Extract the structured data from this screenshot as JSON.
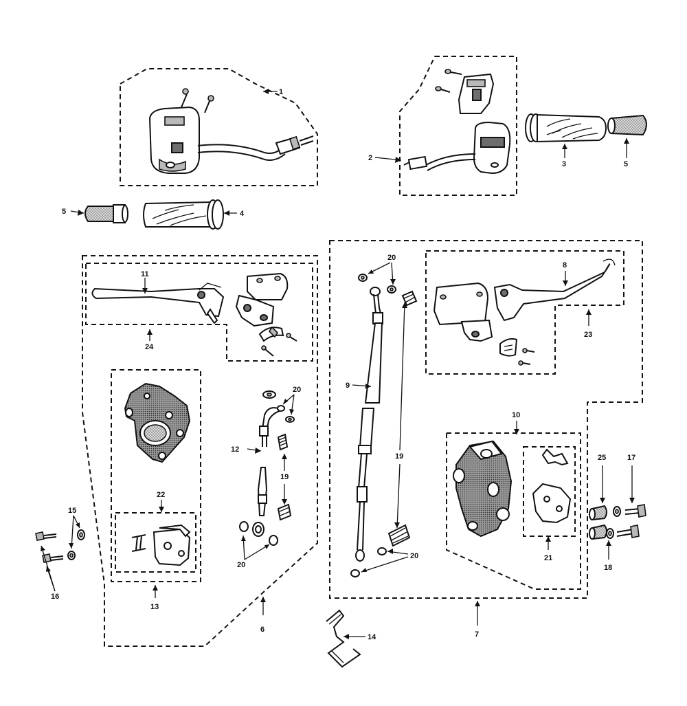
{
  "callouts": {
    "c1": "1",
    "c2": "2",
    "c3": "3",
    "c4": "4",
    "c5a": "5",
    "c5b": "5",
    "c6": "6",
    "c7": "7",
    "c8": "8",
    "c9": "9",
    "c10": "10",
    "c11": "11",
    "c12": "12",
    "c13": "13",
    "c14": "14",
    "c15": "15",
    "c16": "16",
    "c17": "17",
    "c18": "18",
    "c19a": "19",
    "c19b": "19",
    "c20a": "20",
    "c20b": "20",
    "c20c": "20",
    "c20d": "20",
    "c21": "21",
    "c22": "22",
    "c23": "23",
    "c24": "24",
    "c25": "25"
  }
}
